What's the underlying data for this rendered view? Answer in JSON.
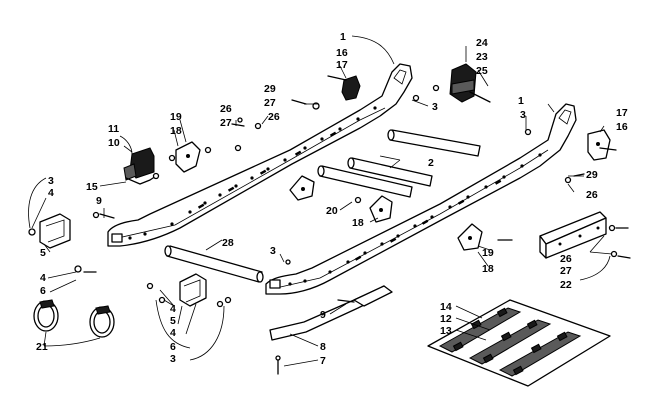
{
  "callouts": {
    "c1a": "1",
    "c1b": "1",
    "c2": "2",
    "c3a": "3",
    "c3b": "3",
    "c3c": "3",
    "c3d": "3",
    "c3e": "3",
    "c4a": "4",
    "c4b": "4",
    "c4c": "4",
    "c4d": "4",
    "c5a": "5",
    "c5b": "5",
    "c6a": "6",
    "c6b": "6",
    "c7": "7",
    "c8": "8",
    "c9a": "9",
    "c9b": "9",
    "c10": "10",
    "c11": "11",
    "c12": "12",
    "c13": "13",
    "c14": "14",
    "c15": "15",
    "c16a": "16",
    "c16b": "16",
    "c17a": "17",
    "c17b": "17",
    "c18a": "18",
    "c18b": "18",
    "c18c": "18",
    "c19a": "19",
    "c19b": "19",
    "c20": "20",
    "c21": "21",
    "c22": "22",
    "c23": "23",
    "c24": "24",
    "c25": "25",
    "c26a": "26",
    "c26b": "26",
    "c26c": "26",
    "c26d": "26",
    "c27a": "27",
    "c27b": "27",
    "c27c": "27",
    "c28": "28",
    "c29a": "29",
    "c29b": "29"
  }
}
